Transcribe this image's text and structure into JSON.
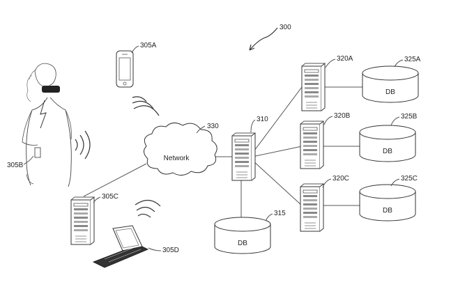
{
  "figure": {
    "ref_main": "300",
    "network": {
      "ref": "330",
      "label": "Network"
    },
    "server_main": {
      "ref": "310"
    },
    "database_main": {
      "ref": "315",
      "label": "DB"
    },
    "servers": [
      {
        "ref": "320A"
      },
      {
        "ref": "320B"
      },
      {
        "ref": "320C"
      }
    ],
    "databases": [
      {
        "ref": "325A",
        "label": "DB"
      },
      {
        "ref": "325B",
        "label": "DB"
      },
      {
        "ref": "325C",
        "label": "DB"
      }
    ],
    "devices": {
      "phone": {
        "ref": "305A",
        "icon": "smartphone-icon"
      },
      "wearer": {
        "ref": "305B",
        "icon": "head-mounted-display-user-icon"
      },
      "server_client": {
        "ref": "305C",
        "icon": "server-tower-icon"
      },
      "laptop": {
        "ref": "305D",
        "icon": "laptop-icon"
      }
    }
  }
}
